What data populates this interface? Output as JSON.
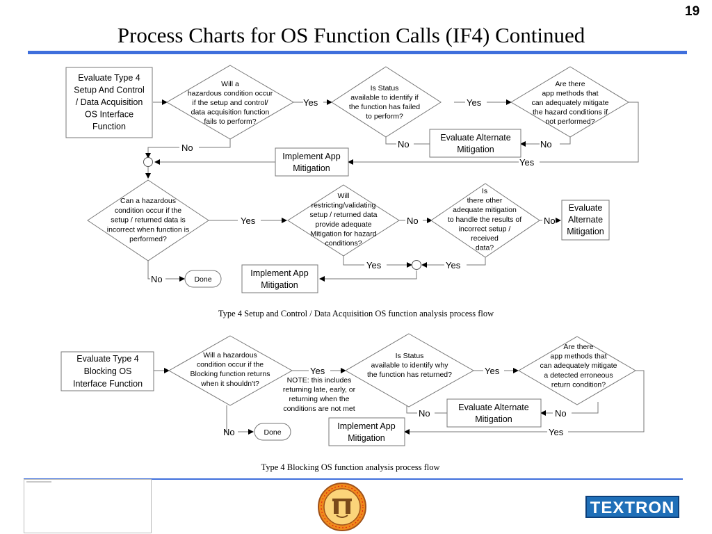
{
  "slide": {
    "page_number": "19",
    "title": "Process Charts for OS Function Calls (IF4) Continued"
  },
  "flow1": {
    "start": [
      "Evaluate Type 4",
      "Setup And Control",
      "/ Data Acquisition",
      "OS Interface",
      "Function"
    ],
    "q_hazard": [
      "Will a",
      "hazardous condition occur",
      "if the setup and control/",
      "data acquisition function",
      "fails to perform?"
    ],
    "q_status": [
      "Is Status",
      "available to identify if",
      "the function has failed",
      "to perform?"
    ],
    "q_methods": [
      "Are there",
      "app methods that",
      "can adequately mitigate",
      "the hazard conditions if",
      "not performed?"
    ],
    "eval_alt": [
      "Evaluate Alternate",
      "Mitigation"
    ],
    "implement": [
      "Implement App",
      "Mitigation"
    ],
    "q_incorrect": [
      "Can a hazardous",
      "condition occur if the",
      "setup / returned data is",
      "incorrect when function is",
      "performed?"
    ],
    "q_validating": [
      "Will",
      "restricting/validating",
      "setup / returned data",
      "provide adequate",
      "Mitigation for hazard",
      "conditions?"
    ],
    "q_other": [
      "Is",
      "there other",
      "adequate mitigation",
      "to handle the results of",
      "incorrect setup /",
      "received",
      "data?"
    ],
    "eval_alt2": [
      "Evaluate",
      "Alternate",
      "Mitigation"
    ],
    "implement2": [
      "Implement App",
      "Mitigation"
    ],
    "done": "Done",
    "labels": {
      "yes1": "Yes",
      "yes2": "Yes",
      "no_status": "No",
      "no_methods": "No",
      "no_hazard": "No",
      "yes_methods": "Yes",
      "yes_incorrect": "Yes",
      "no_validating": "No",
      "no_other": "No",
      "yes_validating": "Yes",
      "yes_other": "Yes",
      "no_incorrect": "No"
    },
    "caption": "Type 4 Setup and Control / Data Acquisition OS function analysis process flow"
  },
  "flow2": {
    "start": [
      "Evaluate Type 4",
      "Blocking OS",
      "Interface Function"
    ],
    "q_hazard": [
      "Will a hazardous",
      "condition occur if the",
      "Blocking  function returns",
      "when it shouldn't?"
    ],
    "note": [
      "NOTE: this includes",
      "returning late, early, or",
      "returning when the",
      "conditions are not met"
    ],
    "q_status": [
      "Is Status",
      "available to identify why",
      "the function has returned?"
    ],
    "q_methods": [
      "Are there",
      "app methods that",
      "can adequately mitigate",
      "a detected erroneous",
      "return condition?"
    ],
    "eval_alt": [
      "Evaluate Alternate",
      "Mitigation"
    ],
    "implement": [
      "Implement App",
      "Mitigation"
    ],
    "done": "Done",
    "labels": {
      "yes1": "Yes",
      "yes2": "Yes",
      "no_status": "No",
      "no_methods": "No",
      "no_hazard": "No",
      "yes_methods": "Yes"
    },
    "caption": "Type 4 Blocking OS function analysis process flow"
  },
  "footer": {
    "brand": "TEXTRON",
    "seal": "emblem-seal"
  },
  "colors": {
    "rule": "#3f6fdc",
    "line": "#6e6e6e",
    "logo": "#1f6fb8"
  }
}
